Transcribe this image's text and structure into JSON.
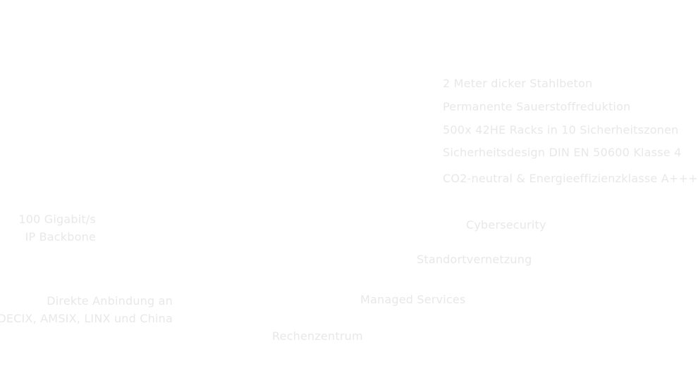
{
  "features": [
    "2 Meter dicker Stahlbeton",
    "Permanente Sauerstoffreduktion",
    "500x 42HE Racks in 10 Sicherheitszonen",
    "Sicherheitsdesign DIN EN 50600 Klasse 4",
    "CO2-neutral & Energieeffizienzklasse A+++"
  ],
  "backbone": {
    "line1": "100 Gigabit/s",
    "line2": "IP Backbone"
  },
  "connection": {
    "line1": "Direkte Anbindung an",
    "line2": "DECIX, AMSIX, LINX und China"
  },
  "services": {
    "cybersecurity": "Cybersecurity",
    "standortvernetzung": "Standortvernetzung",
    "managed_services": "Managed Services",
    "rechenzentrum": "Rechenzentrum"
  },
  "colors": {
    "text": "#e8e8e8",
    "background": "#ffffff"
  }
}
